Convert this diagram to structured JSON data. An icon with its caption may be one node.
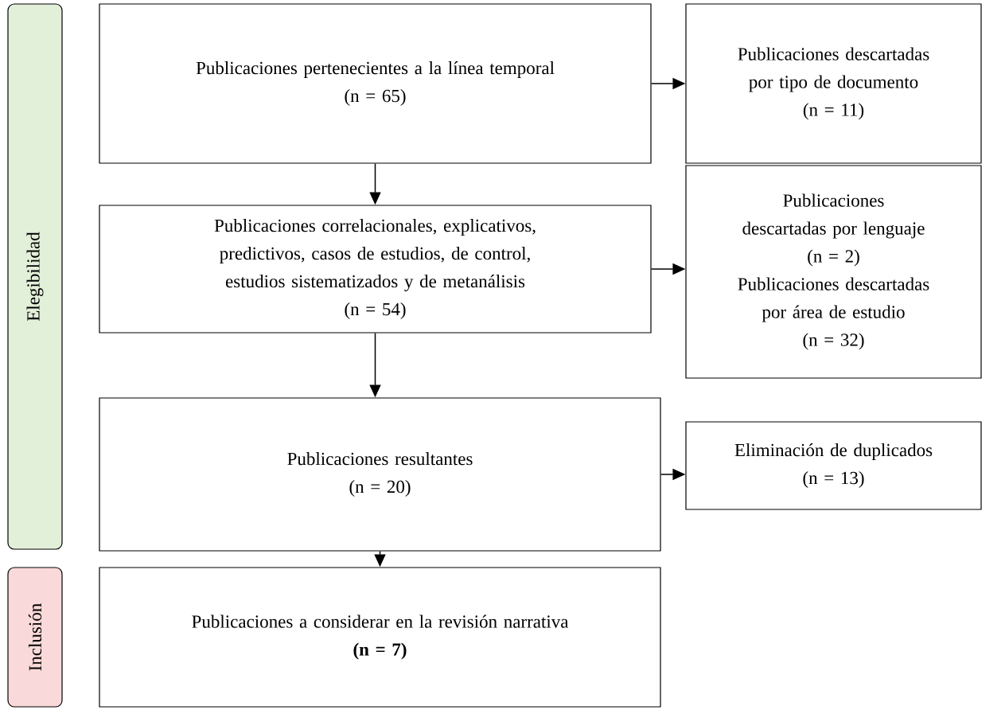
{
  "diagram": {
    "nodes": [
      {
        "text": [
          "Elegibilidad"
        ]
      },
      {
        "text": [
          "Inclusión"
        ]
      },
      {
        "text": [
          "Publicaciones pertenecientes a la línea temporal",
          "(n = 65)"
        ]
      },
      {
        "text": [
          "Publicaciones descartadas por tipo de documento",
          "(n = 11)"
        ]
      },
      {
        "text": [
          "Publicaciones correlacionales, explicativos, predictivos, casos de estudios, de control, estudios sistematizados y de metanálisis",
          "(n = 54)"
        ]
      },
      {
        "text": [
          "Publicaciones descartadas por lenguaje",
          "(n = 2)",
          "Publicaciones descartadas por área de estudio",
          "(n = 32)"
        ]
      },
      {
        "text": [
          "Publicaciones resultantes",
          "(n = 20)"
        ]
      },
      {
        "text": [
          "Eliminación de duplicados",
          "(n = 13)"
        ]
      },
      {
        "text": [
          "Publicaciones a considerar en la revisión narrativa",
          "(n = 7)"
        ]
      }
    ],
    "edges": [
      {
        "from": 2,
        "to": 3,
        "arrow": "to"
      },
      {
        "from": 2,
        "to": 4,
        "arrow": "to"
      },
      {
        "from": 4,
        "to": 5,
        "arrow": "to"
      },
      {
        "from": 4,
        "to": 6,
        "arrow": "to"
      },
      {
        "from": 6,
        "to": 7,
        "arrow": "to"
      },
      {
        "from": 6,
        "to": 8,
        "arrow": "to"
      }
    ]
  }
}
